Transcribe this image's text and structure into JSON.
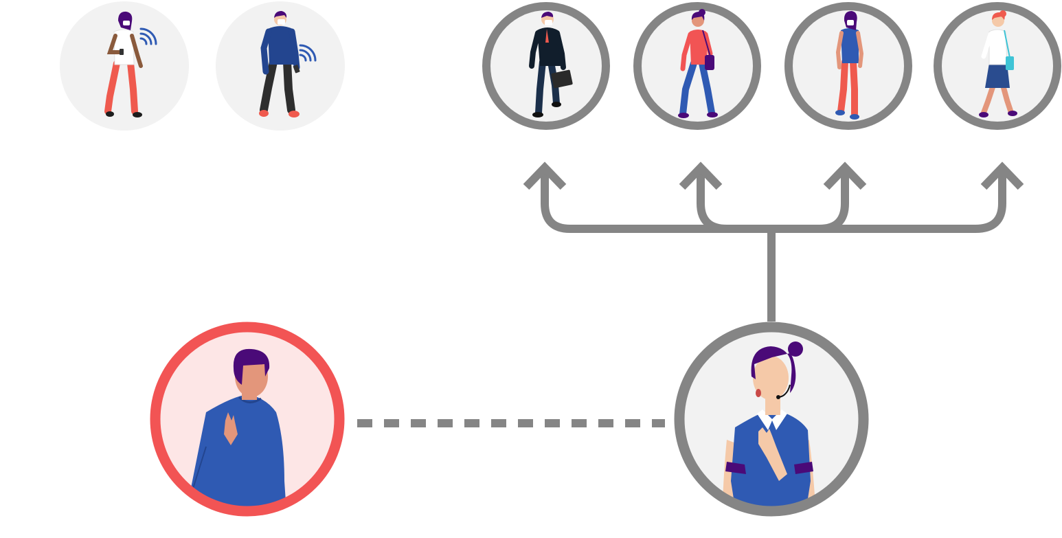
{
  "colors": {
    "background": "#ffffff",
    "circle_fill": "#f2f2f2",
    "ring_gray": "#858585",
    "ring_red": "#f25454",
    "case_fill": "#fde6e6",
    "connector_gray": "#858585",
    "skin_light": "#f5c9a8",
    "skin_tan": "#e3967b",
    "skin_brown": "#8a5a3c",
    "hair_purple": "#4a0a78",
    "shirt_blue": "#2f5ab3",
    "shirt_dark_blue": "#23458f",
    "shirt_red": "#f25454",
    "pants_red": "#ef5a4e",
    "pants_dark": "#2e2e2e",
    "suit_navy": "#111e2c",
    "signal_blue": "#2f5ab3",
    "mask_white": "#ffffff",
    "bag_teal": "#3fc4d6",
    "skirt_navy": "#2a4c8f"
  },
  "nodes": {
    "tracked_people": [
      {
        "id": "phone-user-woman",
        "icon": "person-with-phone-signal-icon"
      },
      {
        "id": "phone-user-man",
        "icon": "person-with-phone-signal-icon"
      }
    ],
    "contacts": [
      {
        "id": "contact-businessman",
        "icon": "walking-businessman-icon"
      },
      {
        "id": "contact-woman-bag",
        "icon": "walking-woman-with-bag-icon"
      },
      {
        "id": "contact-woman-blue",
        "icon": "walking-woman-icon"
      },
      {
        "id": "contact-woman-skirt",
        "icon": "walking-woman-with-tote-icon"
      }
    ],
    "case": {
      "id": "positive-case",
      "icon": "infected-person-icon"
    },
    "tracer": {
      "id": "contact-tracer",
      "icon": "call-agent-with-headset-icon"
    }
  },
  "edges": [
    {
      "from": "positive-case",
      "to": "contact-tracer",
      "style": "dashed"
    },
    {
      "from": "contact-tracer",
      "to": "contact-businessman",
      "style": "arrow"
    },
    {
      "from": "contact-tracer",
      "to": "contact-woman-bag",
      "style": "arrow"
    },
    {
      "from": "contact-tracer",
      "to": "contact-woman-blue",
      "style": "arrow"
    },
    {
      "from": "contact-tracer",
      "to": "contact-woman-skirt",
      "style": "arrow"
    }
  ]
}
